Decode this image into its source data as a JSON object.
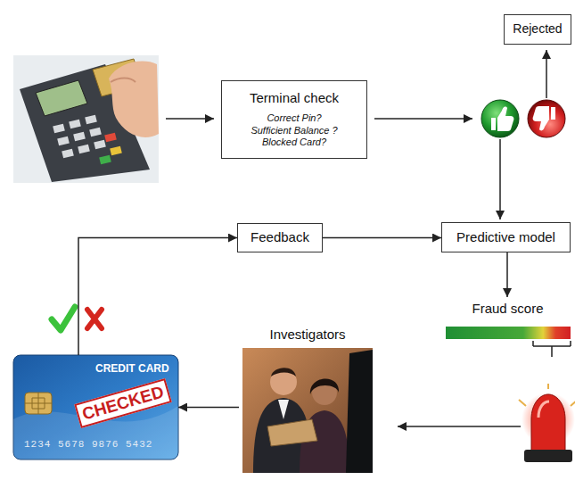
{
  "diagram": {
    "nodes": [
      {
        "text": [
          "Rejected"
        ]
      },
      {
        "text": [
          "Terminal check",
          "Correct Pin?",
          "Sufficient Balance ?",
          "Blocked Card?"
        ]
      },
      {
        "text": [
          "Feedback"
        ]
      },
      {
        "text": [
          "Predictive model"
        ]
      },
      {
        "text": [
          "Fraud score"
        ]
      },
      {
        "text": [
          "Investigators"
        ]
      },
      {
        "text": [
          "CREDIT CARD",
          "CHECKED",
          "1234 5678 9876 5432"
        ]
      }
    ],
    "edges": [
      {
        "from": 2,
        "to": 3,
        "arrow": "to"
      },
      {
        "from": 3,
        "to": 4,
        "arrow": "to"
      },
      {
        "from": 5,
        "to": 6,
        "arrow": "to"
      },
      {
        "from": 6,
        "to": 2,
        "arrow": "to"
      }
    ]
  }
}
